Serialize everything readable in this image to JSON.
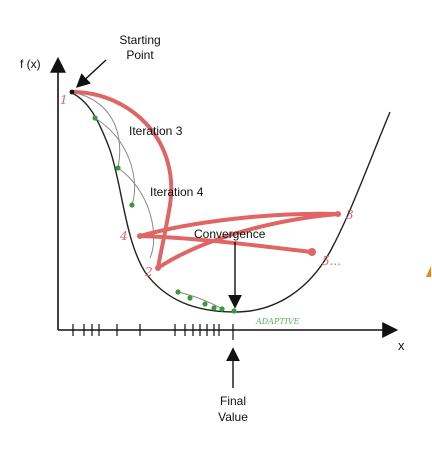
{
  "diagram": {
    "y_axis_label": "f (x)",
    "x_axis_label": "x",
    "starting_point": {
      "line1": "Starting",
      "line2": "Point"
    },
    "final_value": {
      "line1": "Final",
      "line2": "Value"
    },
    "labels": {
      "iteration3": "Iteration 3",
      "iteration4": "Iteration 4",
      "convergence": "Convergence"
    },
    "red_numbers": {
      "n1": "1",
      "n2": "2",
      "n3": "3",
      "n4": "4",
      "n5": "5..."
    },
    "adaptive_label": "ADAPTIVE",
    "colors": {
      "curve": "#222222",
      "iteration_path": "#e06666",
      "green_points": "#3a9a3a",
      "adaptive_text": "#5fb25f",
      "orange_mark": "#e8841c"
    }
  }
}
